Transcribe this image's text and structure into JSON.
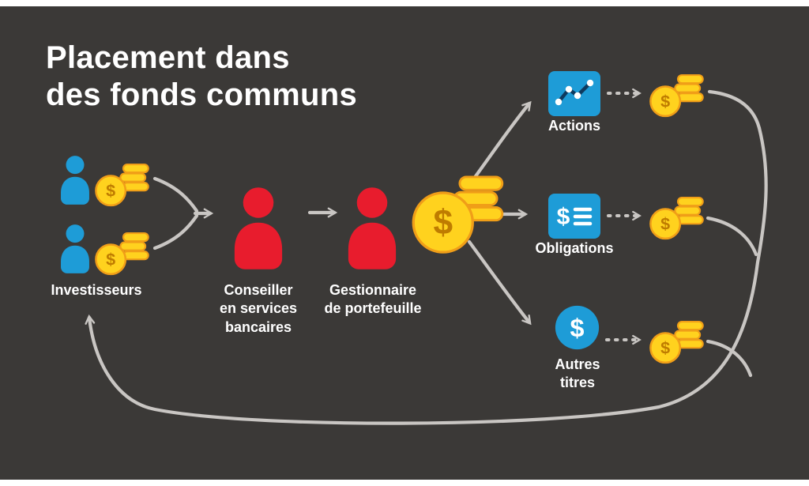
{
  "title": {
    "line1": "Placement dans",
    "line2": "des fonds communs"
  },
  "nodes": {
    "investors": {
      "label": "Investisseurs"
    },
    "advisor": {
      "label_line1": "Conseiller",
      "label_line2": "en services",
      "label_line3": "bancaires"
    },
    "manager": {
      "label_line1": "Gestionnaire",
      "label_line2": "de portefeuille"
    },
    "stocks": {
      "label": "Actions"
    },
    "bonds": {
      "label": "Obligations"
    },
    "other_securities": {
      "label_line1": "Autres",
      "label_line2": "titres"
    }
  },
  "icons": {
    "dollar_symbol": "$",
    "investor_icon": "blue-person-silhouette",
    "advisor_icon": "red-person-silhouette",
    "manager_icon": "red-person-silhouette",
    "stocks_icon": "line-chart-in-blue-square",
    "bonds_icon": "dollar-with-list-lines-in-blue-square",
    "other_securities_icon": "dollar-in-blue-circle",
    "coin_stack_icon": "gold-coin-with-dollar-and-stacked-coins"
  },
  "colors": {
    "background": "#3b3937",
    "letterbox": "#ffffff",
    "text": "#ffffff",
    "blue": "#1e9cd7",
    "red": "#e81c2d",
    "gold": "#ffd21e",
    "gold_edge": "#f09e18",
    "gold_text": "#bf7c00",
    "arrow": "#c9c6c3",
    "chart_line": "#0e3a5e"
  }
}
